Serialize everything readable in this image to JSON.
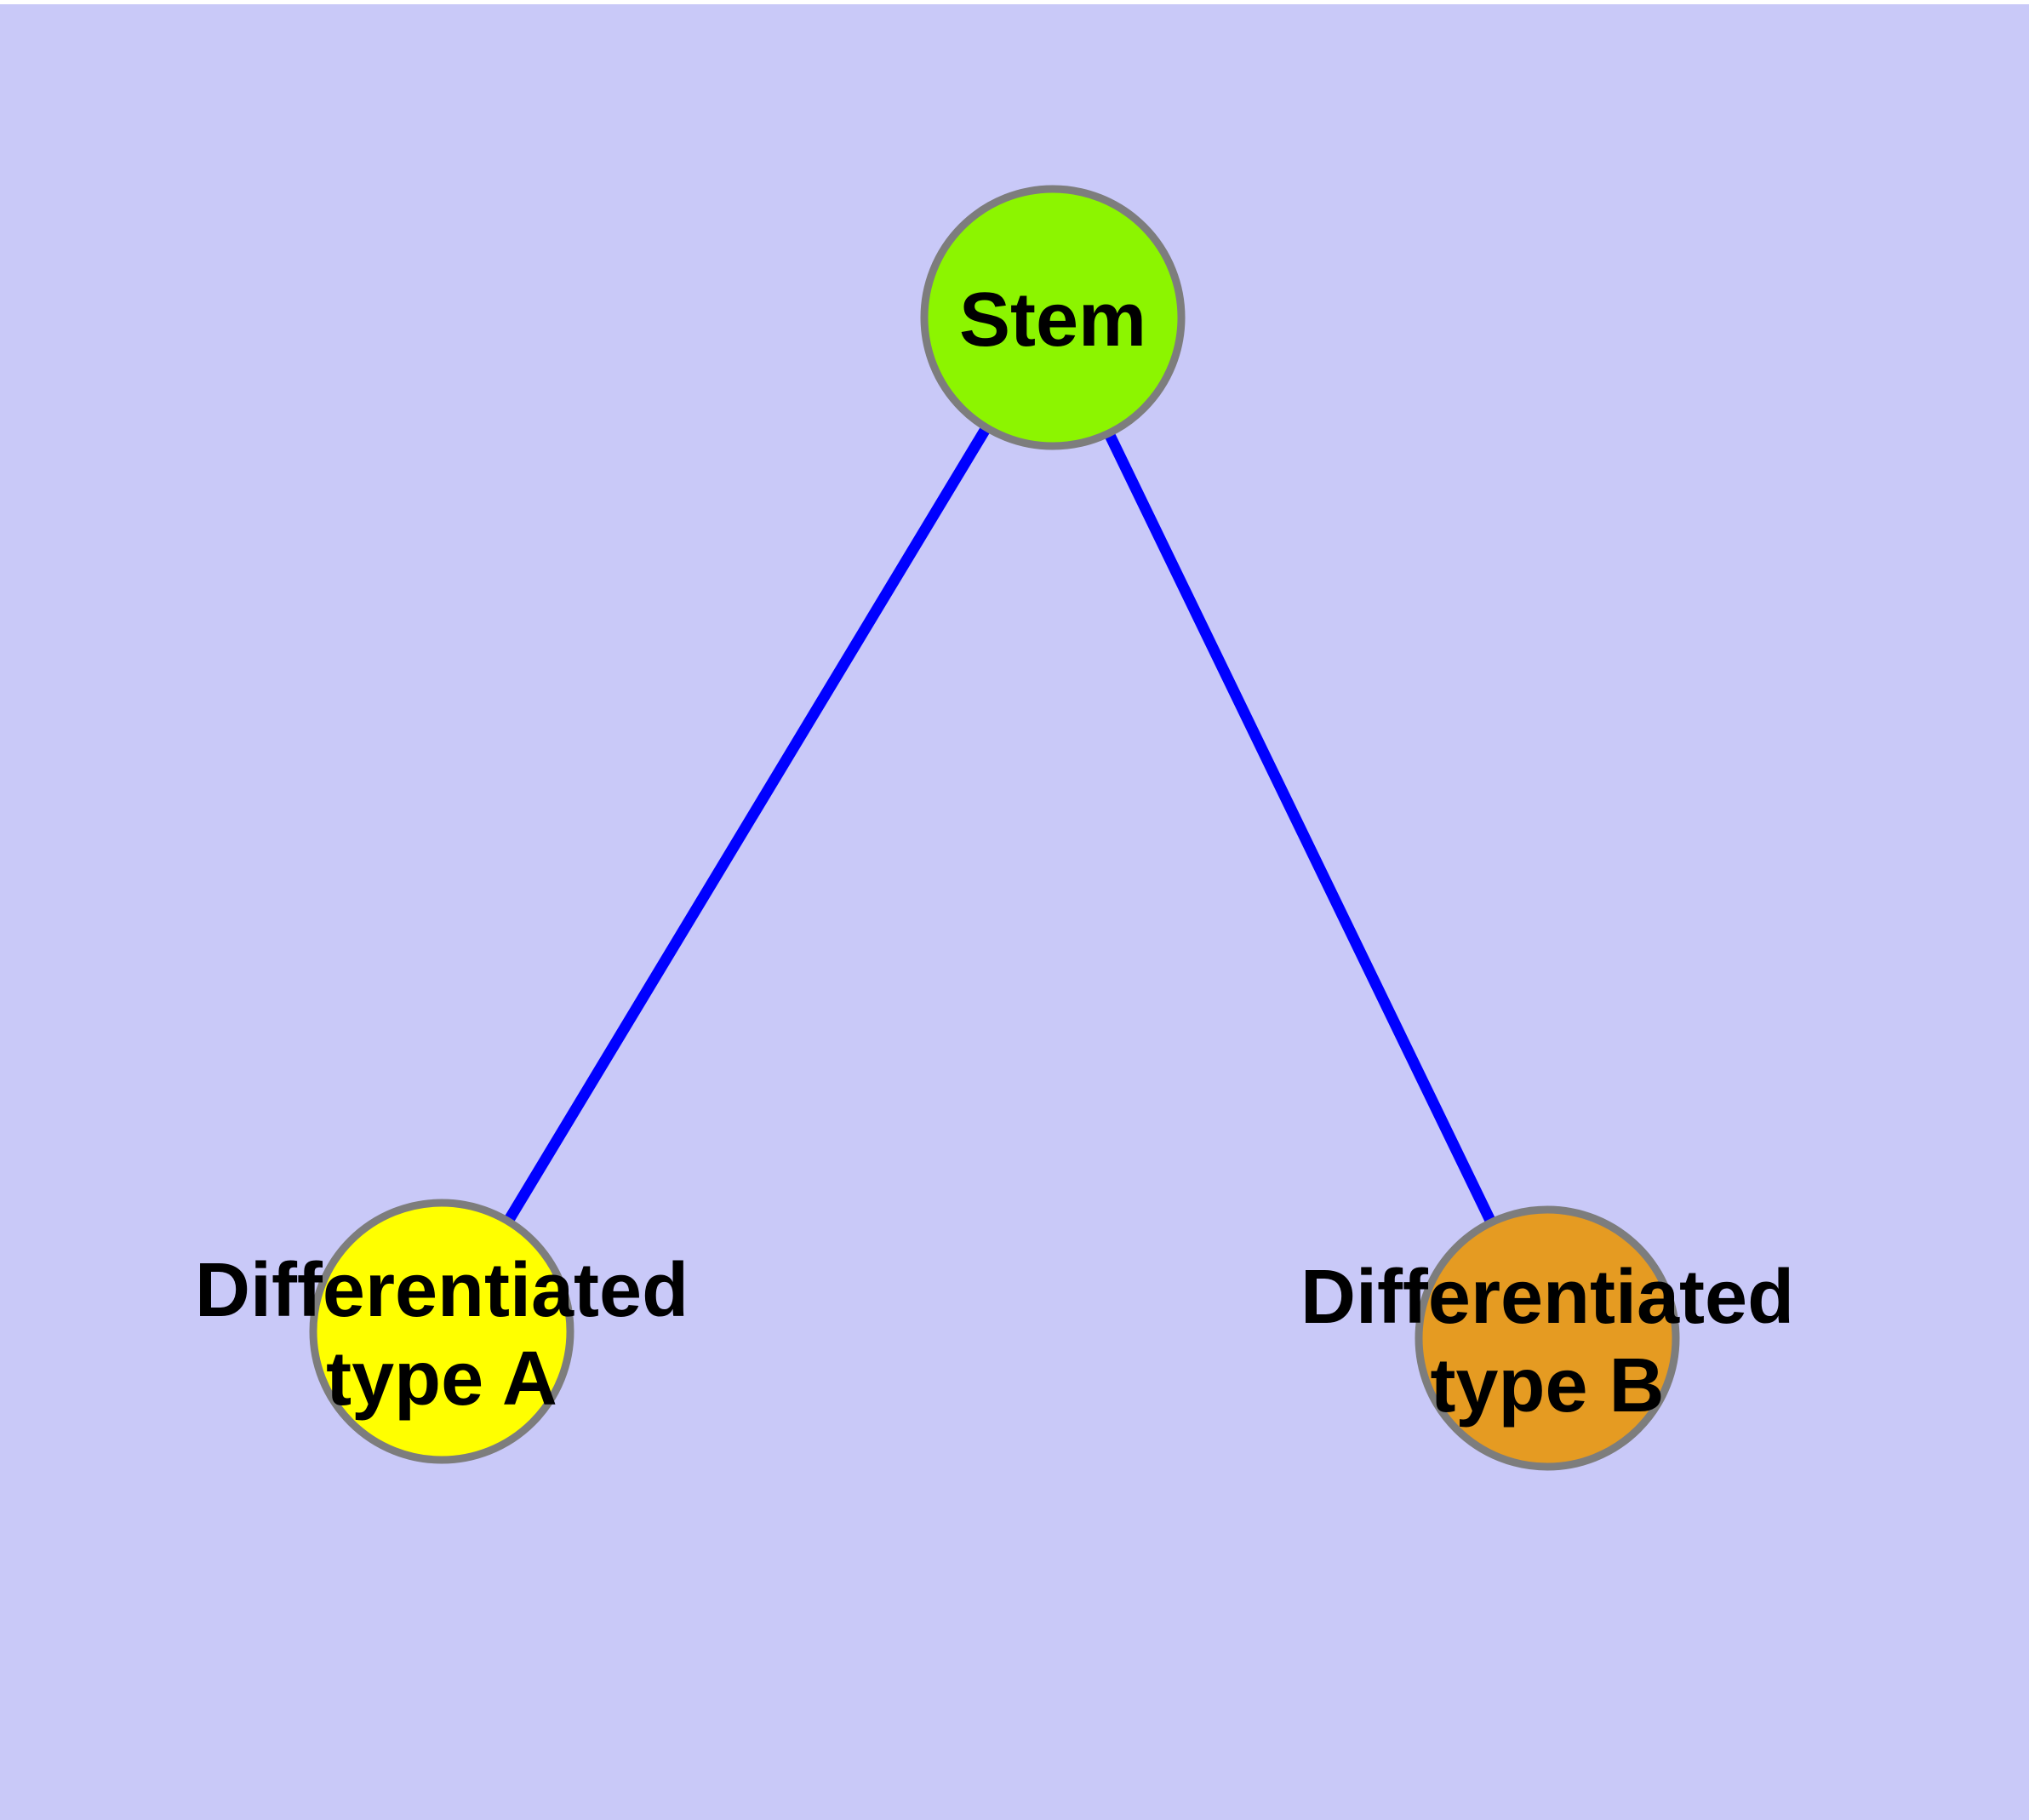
{
  "diagram": {
    "title": "stem-cell-differentiation-graph",
    "colors": {
      "background": "#C9C9F8",
      "top_margin": "#FFFFFF",
      "edge": "#0000FF",
      "node_border": "#7D7D7D",
      "label_text": "#000000"
    },
    "nodes": {
      "stem": {
        "label": "Stem",
        "color": "#8CF500"
      },
      "type_a": {
        "label": "Differentiated\ntype A",
        "color": "#FFFF00"
      },
      "type_b": {
        "label": "Differentiated\ntype B",
        "color": "#E59B22"
      }
    },
    "edges": [
      {
        "from": "Stem",
        "to": "Differentiated type A"
      },
      {
        "from": "Stem",
        "to": "Differentiated type B"
      }
    ]
  }
}
